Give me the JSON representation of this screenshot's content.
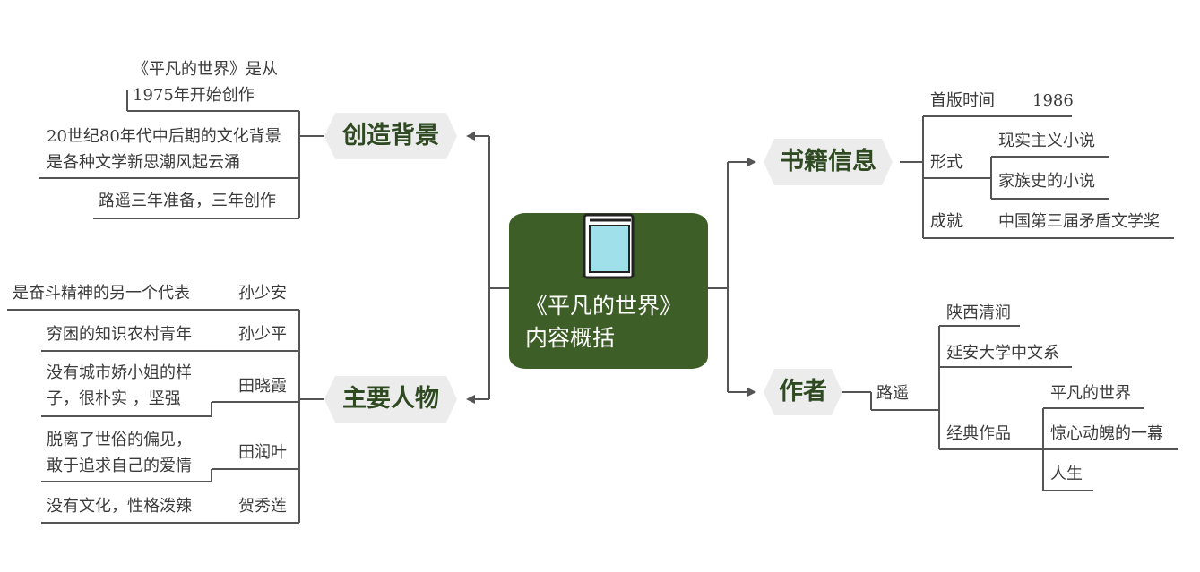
{
  "center": {
    "title_line1": "《平凡的世界》",
    "title_line2": "内容概括",
    "icon": "book-icon"
  },
  "branches": {
    "background": {
      "label": "创造背景",
      "items": [
        {
          "line1": "《平凡的世界》是从",
          "line2": "1975年开始创作"
        },
        {
          "line1": "20世纪80年代中后期的文化背景",
          "line2": "是各种文学新思潮风起云涌"
        },
        {
          "line1": "路遥三年准备，三年创作"
        }
      ]
    },
    "characters": {
      "label": "主要人物",
      "items": [
        {
          "name": "孙少安",
          "desc1": "是奋斗精神的另一个代表"
        },
        {
          "name": "孙少平",
          "desc1": "穷困的知识农村青年"
        },
        {
          "name": "田晓霞",
          "desc1": "没有城市娇小姐的样",
          "desc2": "子，很朴实 ，坚强"
        },
        {
          "name": "田润叶",
          "desc1": "脱离了世俗的偏见，",
          "desc2": "敢于追求自己的爱情"
        },
        {
          "name": "贺秀莲",
          "desc1": "没有文化，性格泼辣"
        }
      ]
    },
    "book_info": {
      "label": "书籍信息",
      "first_edition": {
        "key": "首版时间",
        "value": "1986"
      },
      "form": {
        "key": "形式",
        "values": [
          "现实主义小说",
          "家族史的小说"
        ]
      },
      "achievement": {
        "key": "成就",
        "value": "中国第三届矛盾文学奖"
      }
    },
    "author": {
      "label": "作者",
      "name": "路遥",
      "origin": "陕西清涧",
      "school": "延安大学中文系",
      "works_key": "经典作品",
      "works": [
        "平凡的世界",
        "惊心动魄的一幕",
        "人生"
      ]
    }
  },
  "colors": {
    "center_fill": "#3d5e26",
    "branch_text": "#2f4a22",
    "branch_fill": "#ececec",
    "connector": "#555555",
    "book_cover": "#9fe0ea"
  }
}
